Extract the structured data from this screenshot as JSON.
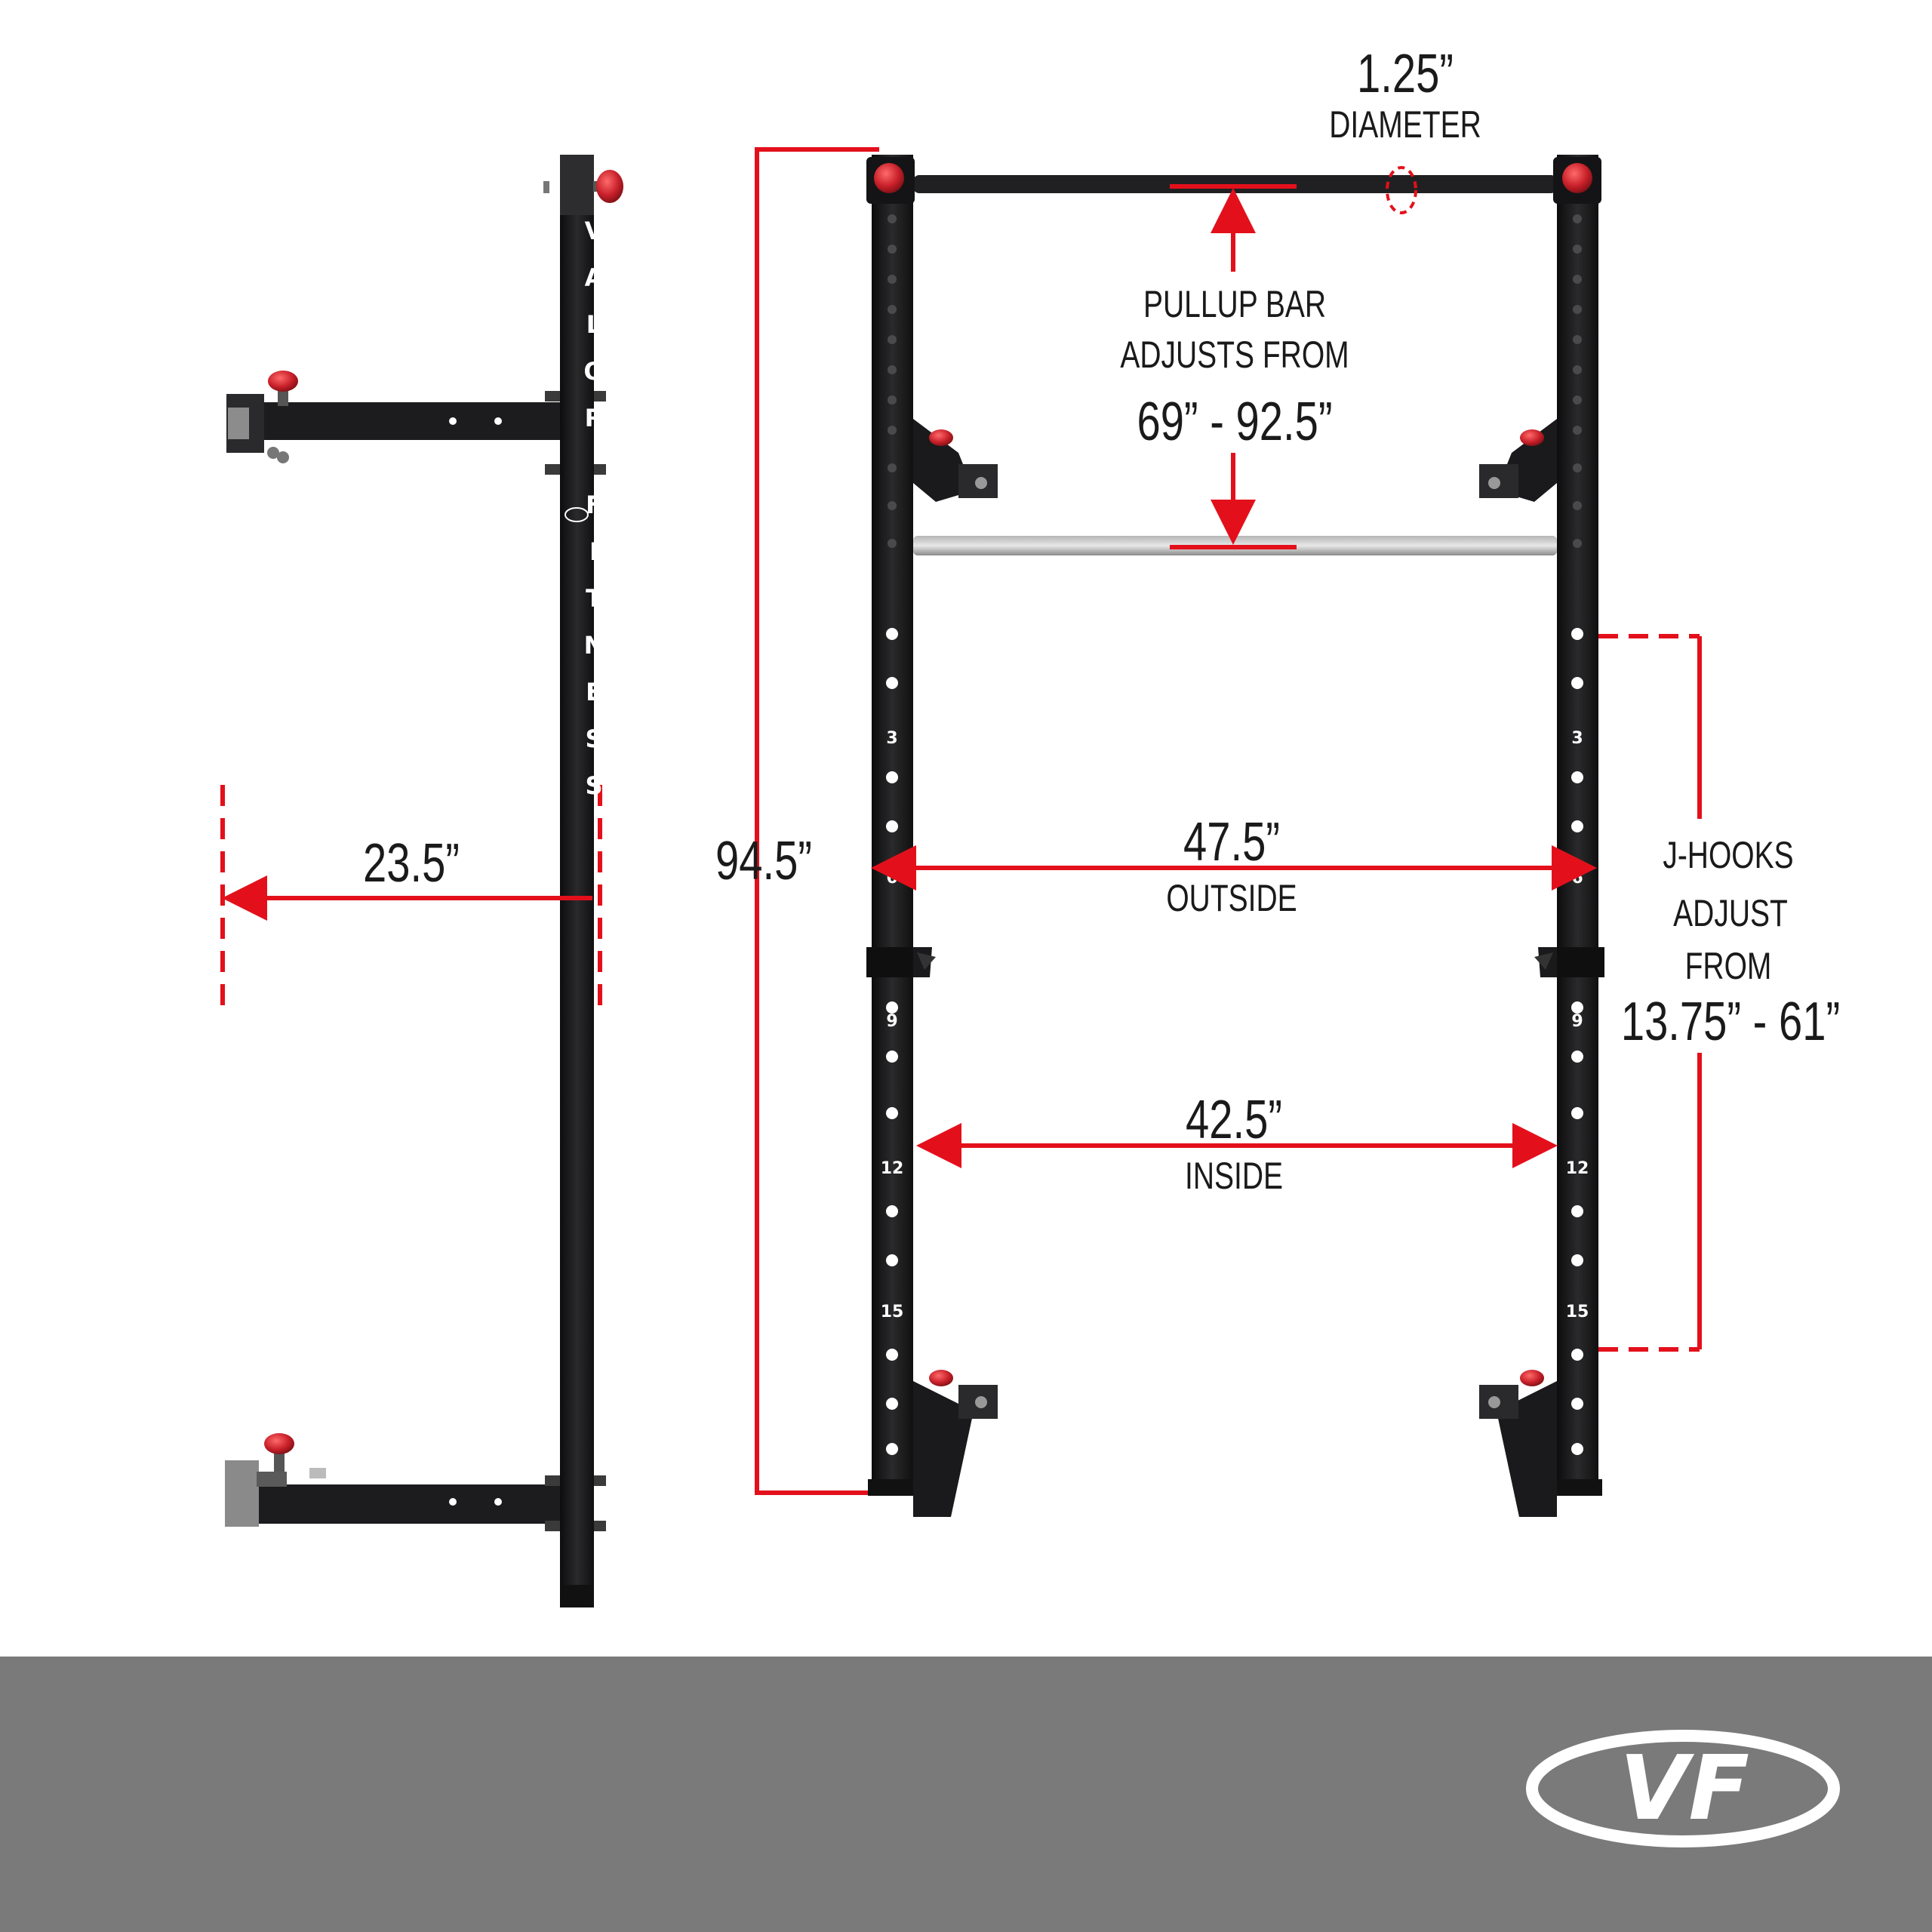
{
  "diagram": {
    "side_brand_text": [
      "V",
      "A",
      "L",
      "O",
      "R",
      "F",
      "I",
      "T",
      "N",
      "E",
      "S",
      "S"
    ],
    "dimensions": {
      "depth": "23.5”",
      "height": "94.5”",
      "bar_diameter_value": "1.25”",
      "bar_diameter_label": "DIAMETER",
      "pullup_line1": "PULLUP BAR",
      "pullup_line2": "ADJUSTS FROM",
      "pullup_range": "69” - 92.5”",
      "outside_width": "47.5”",
      "outside_label": "OUTSIDE",
      "inside_width": "42.5”",
      "inside_label": "INSIDE",
      "jhooks_line1": "J-HOOKS",
      "jhooks_line2": "ADJUST",
      "jhooks_line3": "FROM",
      "jhooks_range": "13.75” - 61”"
    },
    "hole_numbers": [
      "3",
      "6",
      "9",
      "12",
      "15"
    ],
    "colors": {
      "dimension_red": "#e3101b",
      "frame_black": "#1c1c1e",
      "knob_red": "#c8202a",
      "footer_gray": "#7a7a7a",
      "logo_white": "#ffffff"
    }
  },
  "footer": {
    "logo_text": "VF"
  }
}
